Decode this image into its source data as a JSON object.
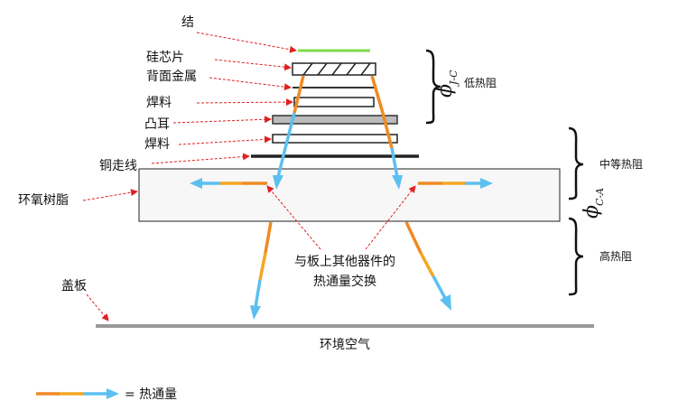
{
  "labels": {
    "junction": "结",
    "silicon_die": "硅芯片",
    "back_metal": "背面金属",
    "solder_top": "焊料",
    "bump": "凸耳",
    "solder_bottom": "焊料",
    "copper_trace": "铜走线",
    "epoxy": "环氧树脂",
    "cover": "盖板",
    "ambient_air": "环境空气",
    "exchange_line1": "与板上其他器件的",
    "exchange_line2": "热通量交换",
    "legend": "= 热通量"
  },
  "resistances": {
    "jc_symbol": "ϕ",
    "jc_subscript": "J-C",
    "jc_label": "低热阻",
    "ca_symbol": "ϕ",
    "ca_subscript": "C-A",
    "mid_label": "中等热阻",
    "high_label": "高热阻"
  },
  "colors": {
    "junction": "#7ddc4a",
    "flux_orange": "#f08a24",
    "flux_blue": "#5bc0f0",
    "pointer": "#e02020",
    "trace": "#222222",
    "cover": "#999999"
  }
}
